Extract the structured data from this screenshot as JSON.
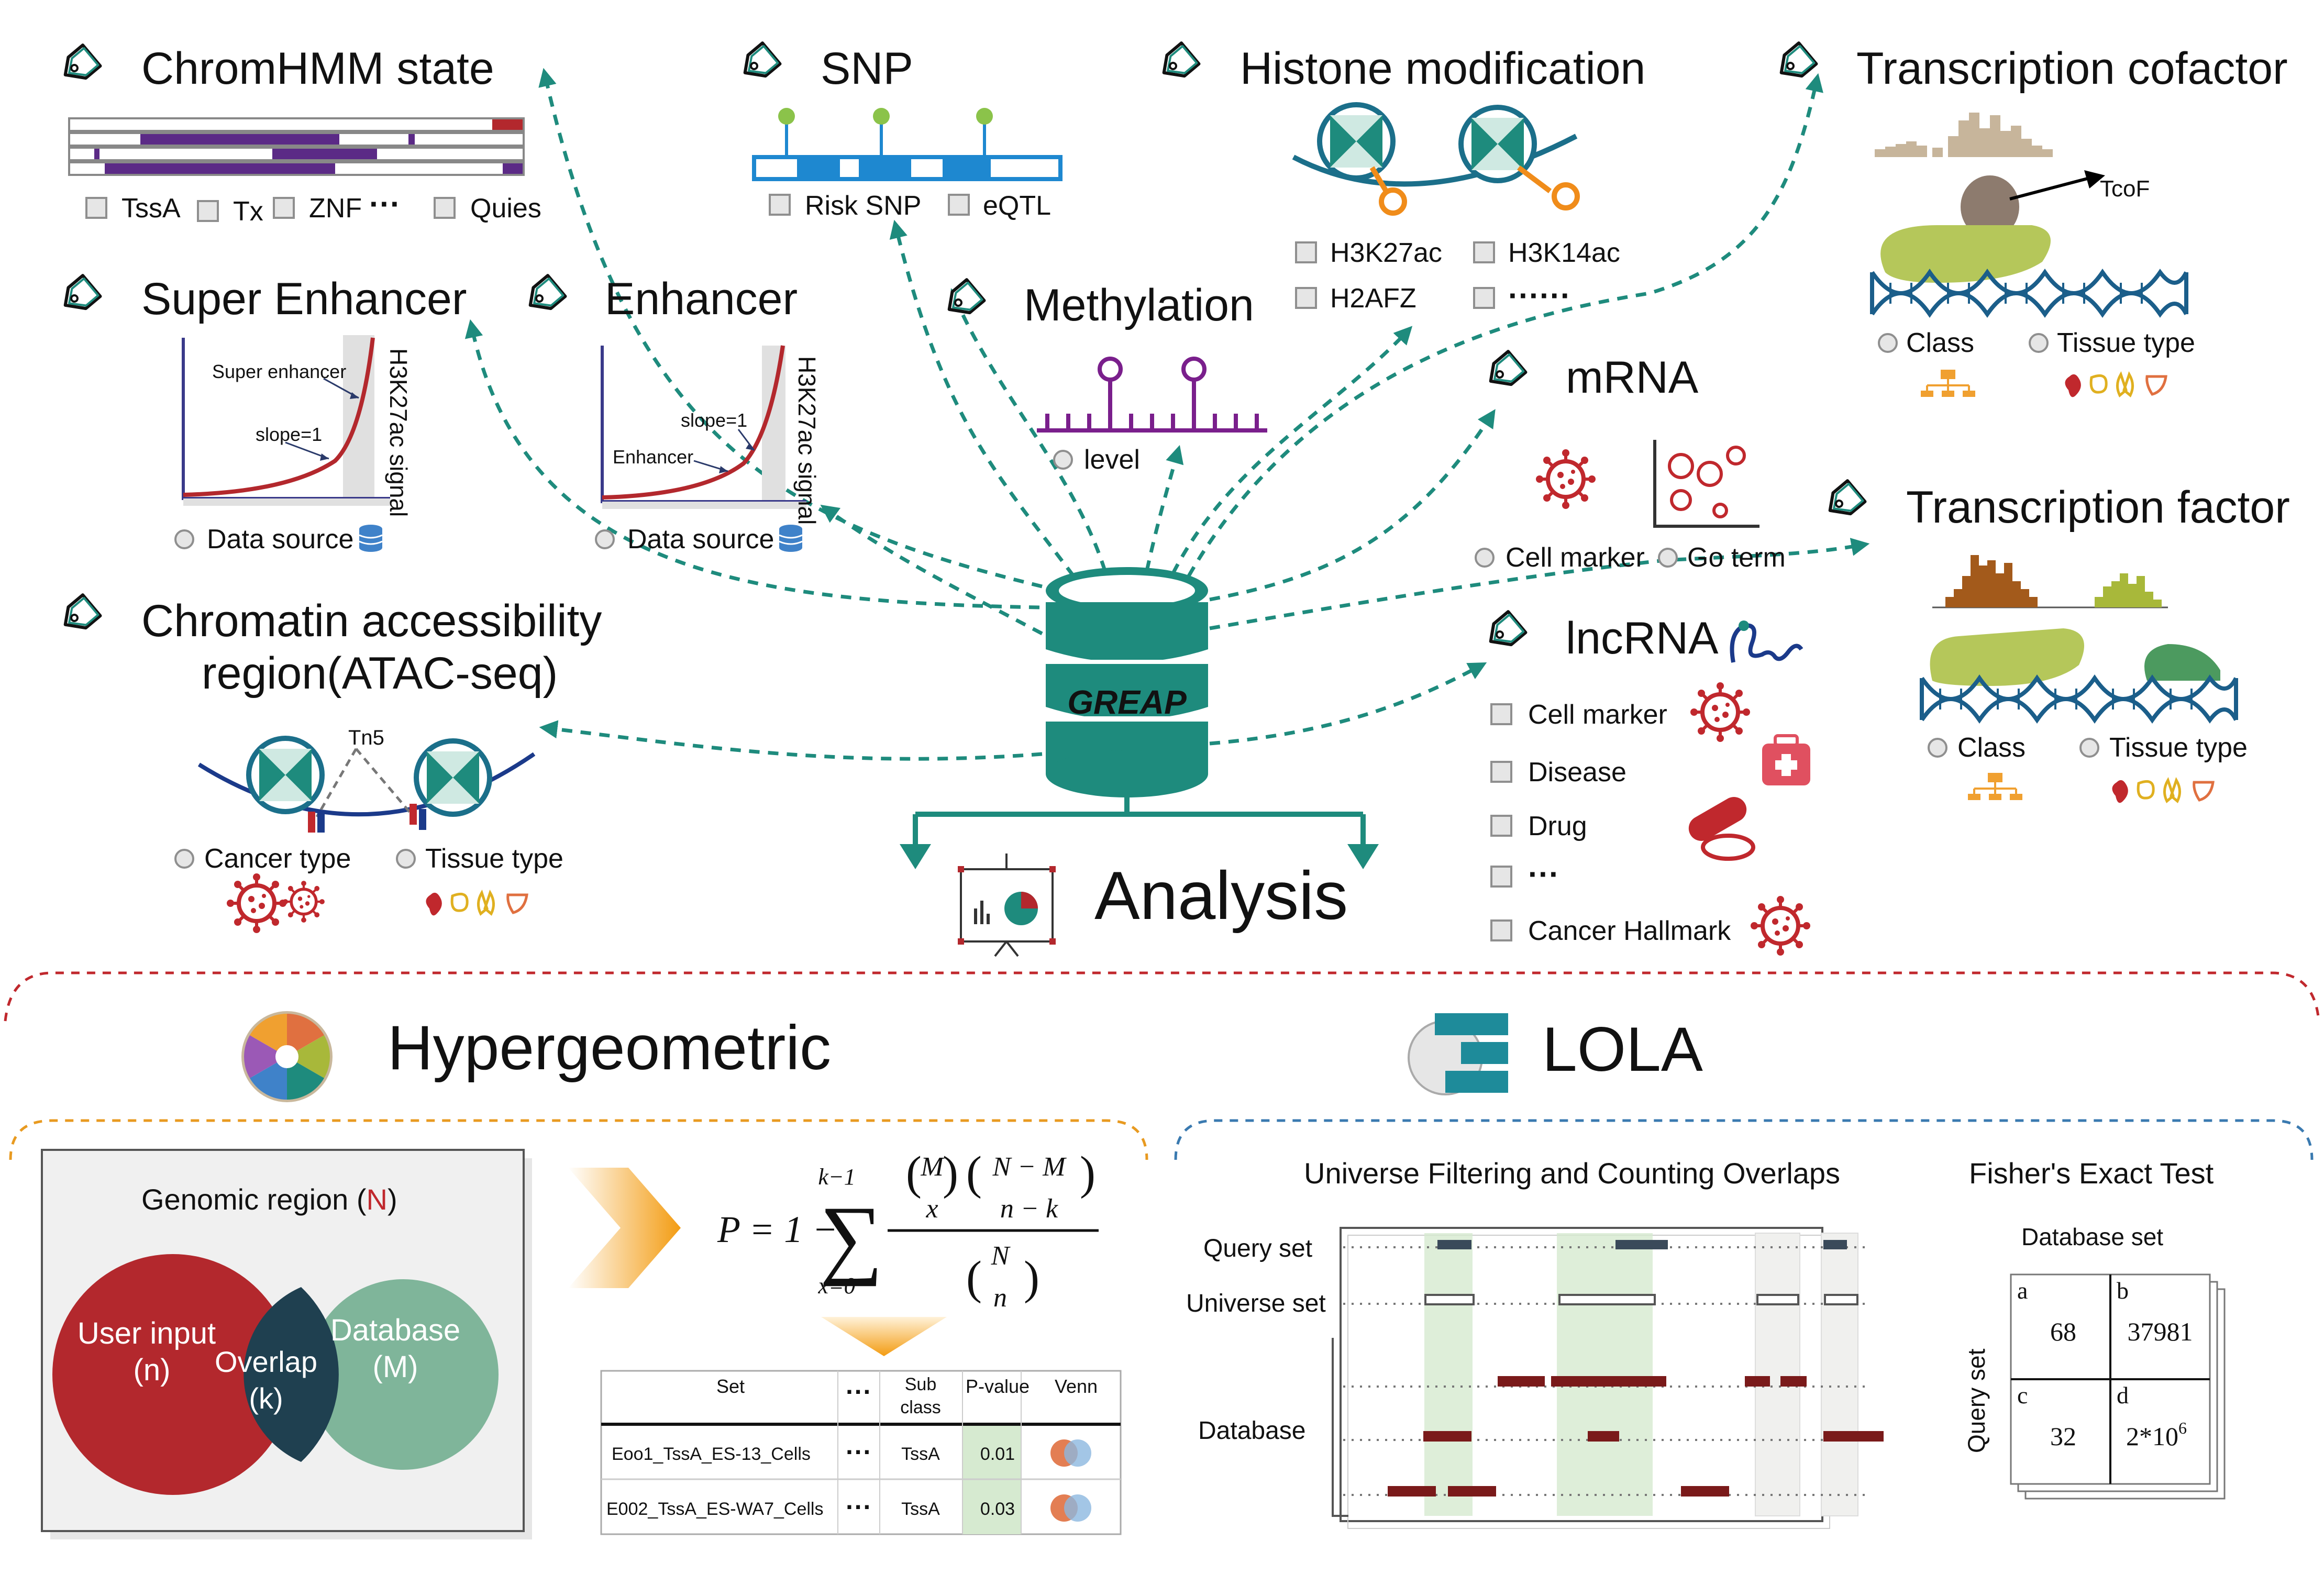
{
  "sections": {
    "chromhmm": {
      "title": "ChromHMM state",
      "options": [
        "TssA",
        "Tx",
        "ZNF",
        "···",
        "Quies"
      ]
    },
    "snp": {
      "title": "SNP",
      "options": [
        "Risk SNP",
        "eQTL"
      ]
    },
    "histone": {
      "title": "Histone modification",
      "options": [
        "H3K27ac",
        "H3K14ac",
        "H2AFZ",
        "······"
      ]
    },
    "tcof": {
      "title": "Transcription cofactor",
      "label": "TcoF",
      "options": [
        "Class",
        "Tissue type"
      ]
    },
    "super_enhancer": {
      "title": "Super Enhancer",
      "annot_top": "Super enhancer",
      "annot_slope": "slope=1",
      "axis": "H3K27ac signal",
      "option": "Data source"
    },
    "enhancer": {
      "title": "Enhancer",
      "annot_slope": "slope=1",
      "annot_enh": "Enhancer",
      "axis": "H3K27ac signal",
      "option": "Data source"
    },
    "methylation": {
      "title": "Methylation",
      "option": "level"
    },
    "mrna": {
      "title": "mRNA",
      "options": [
        "Cell marker",
        "Go term"
      ]
    },
    "tf": {
      "title": "Transcription factor",
      "options": [
        "Class",
        "Tissue type"
      ]
    },
    "atac": {
      "title_line1": "Chromatin accessibility",
      "title_line2": "region(ATAC-seq)",
      "tn5": "Tn5",
      "options": [
        "Cancer type",
        "Tissue type"
      ]
    },
    "lncrna": {
      "title": "lncRNA",
      "options": [
        "Cell marker",
        "Disease",
        "Drug",
        "···",
        "Cancer Hallmark"
      ]
    }
  },
  "center": {
    "db_label": "GREAP",
    "analysis_label": "Analysis"
  },
  "hypergeometric": {
    "title": "Hypergeometric",
    "venn_title_prefix": "Genomic region (",
    "venn_title_n": "N",
    "venn_title_suffix": ")",
    "left_circle_line1": "User input",
    "left_circle_line2": "(n)",
    "right_circle_line1": "Database",
    "right_circle_line2": "(M)",
    "overlap_line1": "Overlap",
    "overlap_line2": "(k)",
    "formula": {
      "lhs": "P = 1 −",
      "sum_top": "k−1",
      "sum_bottom": "x=0",
      "b1_top": "M",
      "b1_bot": "x",
      "b2_top": "N − M",
      "b2_bot": "n − k",
      "b3_top": "N",
      "b3_bot": "n"
    },
    "table": {
      "headers": [
        "Set",
        "···",
        "Sub class",
        "P-value",
        "Venn"
      ],
      "rows": [
        {
          "set": "Eoo1_TssA_ES-13_Cells",
          "dots": "···",
          "sub": "TssA",
          "p": "0.01"
        },
        {
          "set": "E002_TssA_ES-WA7_Cells",
          "dots": "···",
          "sub": "TssA",
          "p": "0.03"
        }
      ]
    }
  },
  "lola": {
    "title": "LOLA",
    "universe_title": "Universe Filtering and Counting Overlaps",
    "fisher_title": "Fisher's Exact Test",
    "row_labels": [
      "Query set",
      "Universe set",
      "Database"
    ],
    "db_set_label": "Database set",
    "query_set_label": "Query set",
    "cells": [
      {
        "letter": "a",
        "value": "68"
      },
      {
        "letter": "b",
        "value": "37981"
      },
      {
        "letter": "c",
        "value": "32"
      },
      {
        "letter": "d",
        "value": "2*10",
        "exp": "6"
      }
    ]
  },
  "colors": {
    "teal": "#1e8b7d",
    "red": "#b3282d",
    "green": "#7fae93",
    "purple": "#5b2a86",
    "darkred": "#7a1a1a",
    "orange": "#f0a030"
  }
}
